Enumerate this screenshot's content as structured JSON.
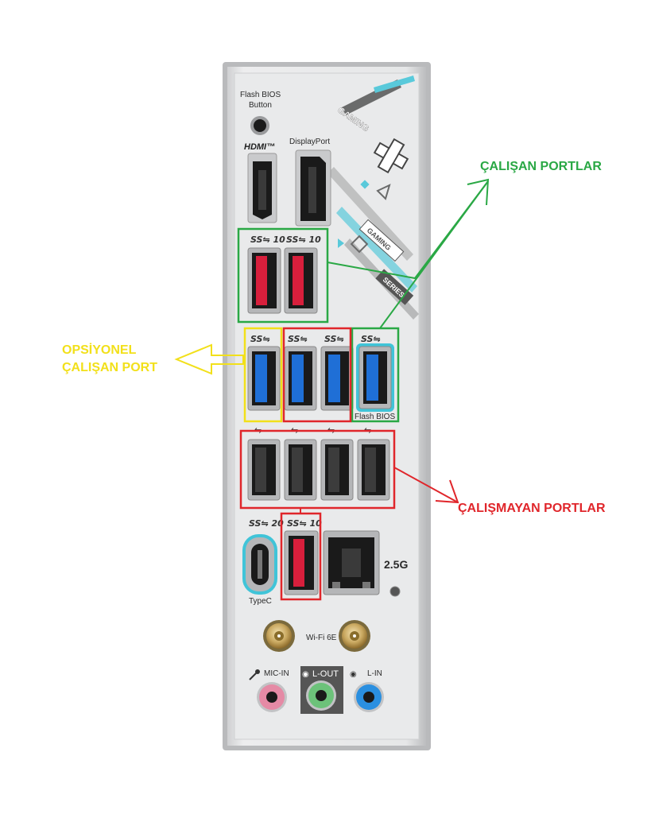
{
  "panel": {
    "flash_bios_button_label_line1": "Flash BIOS",
    "flash_bios_button_label_line2": "Button",
    "hdmi_label": "HDMI™",
    "displayport_label": "DisplayPort",
    "gaming_decal": "GAMING",
    "gaming_series_line1": "GAMING",
    "gaming_series_line2": "SERIES",
    "ss10_label": "SS⇋ 10",
    "ss_label": "SS⇋",
    "ss20_label": "SS⇋ 20",
    "flash_bios_port_label": "Flash BIOS",
    "typec_label": "TypeC",
    "lan_speed_label": "2.5G",
    "wifi_label": "Wi-Fi 6E",
    "mic_in_label": "MIC-IN",
    "l_out_label": "L-OUT",
    "l_in_label": "L-IN"
  },
  "annotations": {
    "working_ports": "ÇALIŞAN PORTLAR",
    "optional_working_line1": "OPSİYONEL",
    "optional_working_line2": "ÇALIŞAN PORT",
    "not_working_ports": "ÇALIŞMAYAN PORTLAR"
  },
  "colors": {
    "working": "#2aa845",
    "optional": "#f2e01a",
    "not_working": "#e0262b",
    "usb_red": "#d81f3c",
    "usb_blue": "#1f6fd6",
    "audio_pink": "#e58aa5",
    "audio_green": "#6cc27a",
    "audio_blue": "#2a8fe0",
    "accent_cyan": "#40c4d8"
  }
}
